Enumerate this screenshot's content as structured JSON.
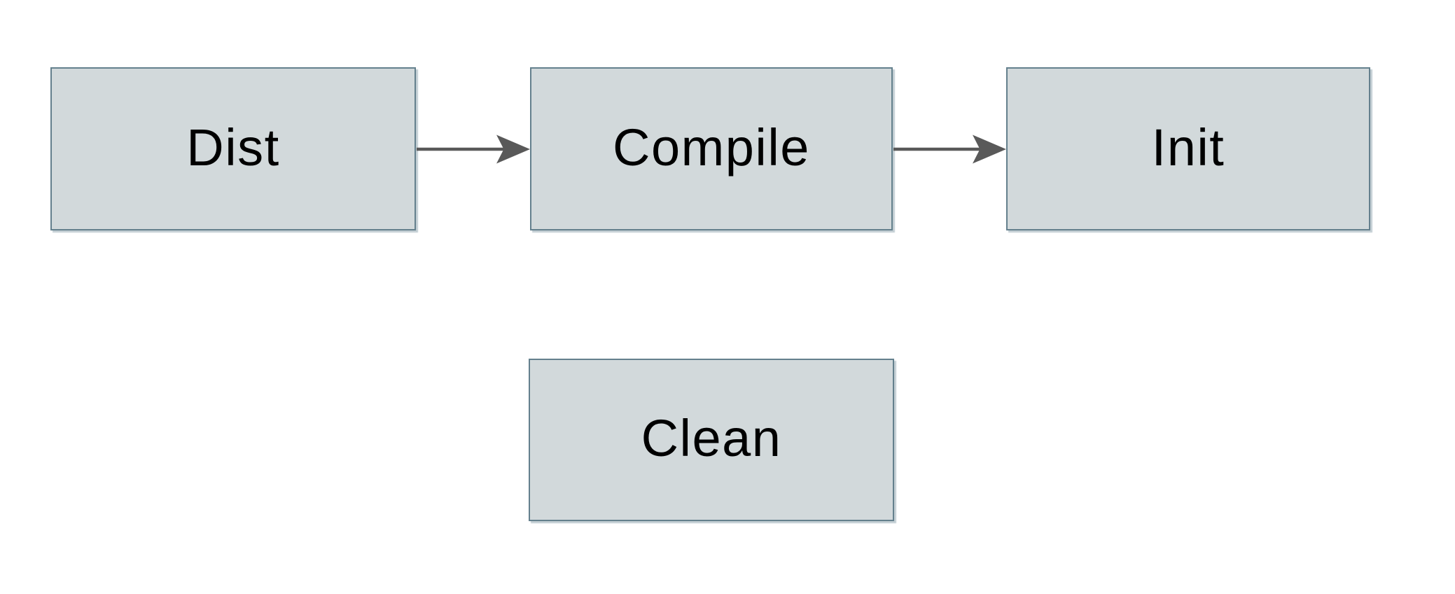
{
  "diagram": {
    "nodes": [
      {
        "id": "dist",
        "label": "Dist"
      },
      {
        "id": "compile",
        "label": "Compile"
      },
      {
        "id": "init",
        "label": "Init"
      },
      {
        "id": "clean",
        "label": "Clean"
      }
    ],
    "edges": [
      {
        "from": "Dist",
        "to": "Compile",
        "style": "arrow-right"
      },
      {
        "from": "Compile",
        "to": "Init",
        "style": "arrow-right"
      }
    ],
    "colors": {
      "background": "#ffffff",
      "node_fill": "#d2d9db",
      "node_border": "#64808d",
      "arrow": "#595959",
      "text": "#000000"
    }
  }
}
